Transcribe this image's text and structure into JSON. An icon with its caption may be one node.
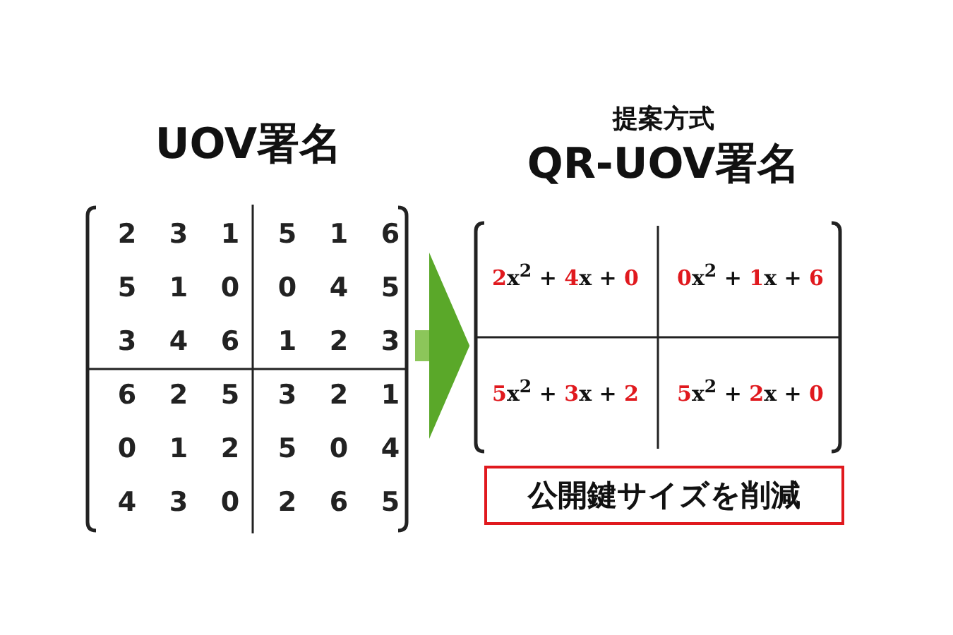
{
  "diagram": {
    "nodes": [
      {
        "text": [
          "UOV署名"
        ]
      },
      {
        "text": [
          "提案方式",
          "QR-UOV署名"
        ]
      },
      {
        "text": [
          "公開鍵サイズを削減"
        ]
      }
    ],
    "edges": [
      {
        "from": 0,
        "to": 1,
        "arrow": "to"
      }
    ],
    "labels": [
      "2",
      "3",
      "1",
      "5",
      "1",
      "6",
      "5",
      "1",
      "0",
      "0",
      "4",
      "5",
      "3",
      "4",
      "6",
      "1",
      "2",
      "3",
      "6",
      "2",
      "5",
      "3",
      "2",
      "1",
      "0",
      "1",
      "2",
      "5",
      "0",
      "4",
      "4",
      "3",
      "0",
      "2",
      "6",
      "5",
      "**2**x$^{2}$ + **4**x + **0**",
      "**0**x$^{2}$ + **1**x + **6**",
      "**5**x$^{2}$ + **3**x + **2**",
      "**5**x$^{2}$ + **2**x + **0**"
    ]
  }
}
